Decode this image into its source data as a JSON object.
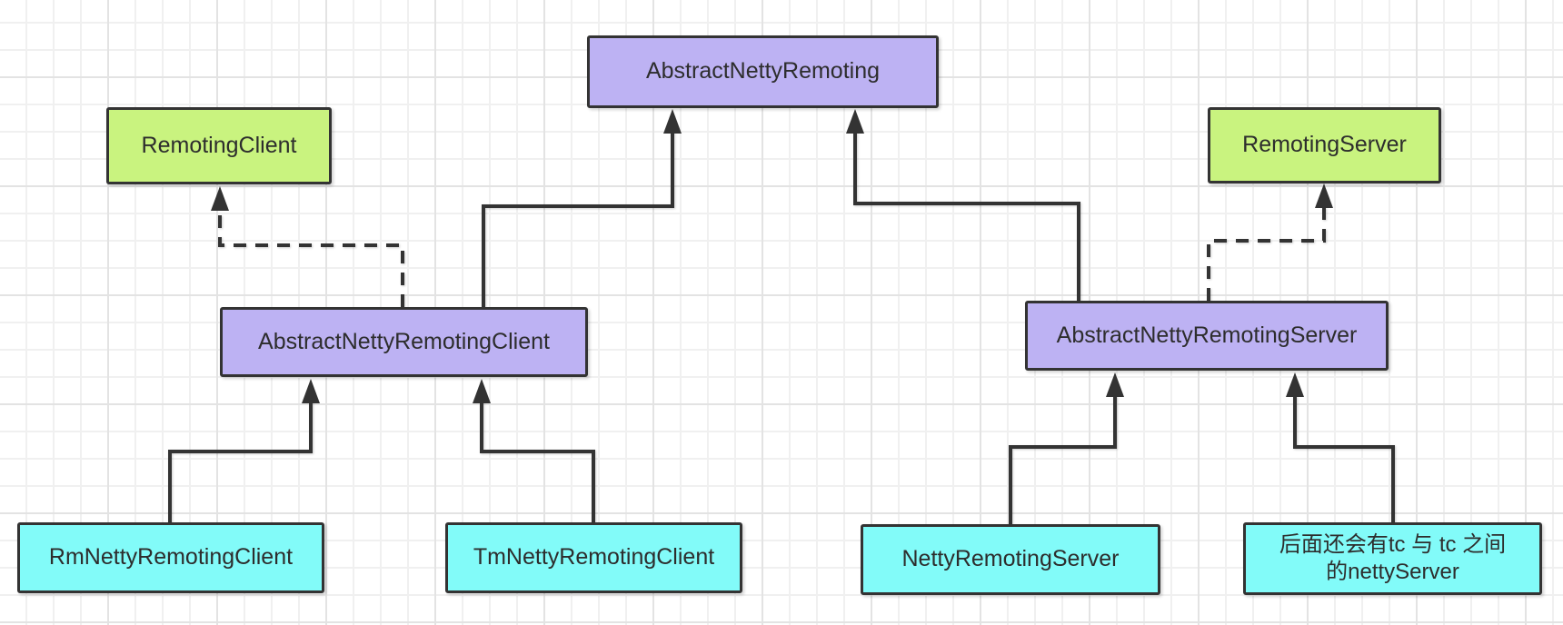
{
  "diagram": {
    "type": "uml-class-diagram",
    "colors": {
      "class_fill": "#bdb2f3",
      "interface_fill": "#c9f37f",
      "concrete_fill": "#82fbf9",
      "stroke": "#333333",
      "text": "#2d2d2d",
      "grid_minor": "#f0f0f0",
      "grid_major": "#e3e3e3",
      "canvas_bg": "#ffffff"
    },
    "nodes": {
      "abstract_netty_remoting": {
        "label": "AbstractNettyRemoting",
        "kind": "abstract-class"
      },
      "remoting_client": {
        "label": "RemotingClient",
        "kind": "interface"
      },
      "remoting_server": {
        "label": "RemotingServer",
        "kind": "interface"
      },
      "abstract_netty_remoting_client": {
        "label": "AbstractNettyRemotingClient",
        "kind": "abstract-class"
      },
      "abstract_netty_remoting_server": {
        "label": "AbstractNettyRemotingServer",
        "kind": "abstract-class"
      },
      "rm_netty_remoting_client": {
        "label": "RmNettyRemotingClient",
        "kind": "concrete-class"
      },
      "tm_netty_remoting_client": {
        "label": "TmNettyRemotingClient",
        "kind": "concrete-class"
      },
      "netty_remoting_server": {
        "label": "NettyRemotingServer",
        "kind": "concrete-class"
      },
      "tc_server_note": {
        "label_line1": "后面还会有tc 与 tc 之间",
        "label_line2": "的nettyServer",
        "kind": "concrete-class"
      }
    },
    "edges": [
      {
        "from": "AbstractNettyRemotingClient",
        "to": "AbstractNettyRemoting",
        "relation": "extends",
        "line": "solid"
      },
      {
        "from": "AbstractNettyRemotingServer",
        "to": "AbstractNettyRemoting",
        "relation": "extends",
        "line": "solid"
      },
      {
        "from": "AbstractNettyRemotingClient",
        "to": "RemotingClient",
        "relation": "implements",
        "line": "dashed"
      },
      {
        "from": "AbstractNettyRemotingServer",
        "to": "RemotingServer",
        "relation": "implements",
        "line": "dashed"
      },
      {
        "from": "RmNettyRemotingClient",
        "to": "AbstractNettyRemotingClient",
        "relation": "extends",
        "line": "solid"
      },
      {
        "from": "TmNettyRemotingClient",
        "to": "AbstractNettyRemotingClient",
        "relation": "extends",
        "line": "solid"
      },
      {
        "from": "NettyRemotingServer",
        "to": "AbstractNettyRemotingServer",
        "relation": "extends",
        "line": "solid"
      },
      {
        "from": "后面还会有tc 与 tc 之间的nettyServer",
        "to": "AbstractNettyRemotingServer",
        "relation": "extends",
        "line": "solid"
      }
    ]
  }
}
